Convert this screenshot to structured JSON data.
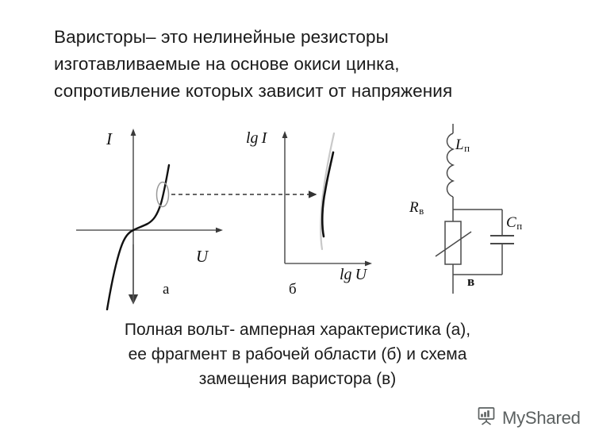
{
  "slide": {
    "background_color": "#ffffff",
    "text_color": "#1a1a1a",
    "title_lines": [
      "Варисторы– это нелинейные резисторы",
      "изготавливаемые на основе окиси цинка,",
      "сопротивление которых зависит от напряжения"
    ],
    "caption_lines": [
      "Полная вольт- амперная характеристика (а),",
      "ее фрагмент в рабочей области (б) и схема",
      "замещения варистора (в)"
    ]
  },
  "figures": {
    "panel_a": {
      "letter": "а",
      "y_axis_label": "I",
      "x_axis_label": "U",
      "highlight_shape": "ellipse",
      "highlight_color": "#9a9a9a",
      "curve_color": "#111111"
    },
    "panel_b": {
      "letter": "б",
      "y_axis_label_parts": {
        "prefix": "lg",
        "variable": "I"
      },
      "x_axis_label_parts": {
        "prefix": "lg",
        "variable": "U"
      },
      "curve_color": "#111111",
      "curve_extension_color": "#c9c9c9"
    },
    "panel_v": {
      "letter": "в",
      "components": [
        {
          "name": "inductor",
          "label_variable": "L",
          "label_subscript": "п"
        },
        {
          "name": "varistor",
          "label_variable": "R",
          "label_subscript": "в"
        },
        {
          "name": "capacitor",
          "label_variable": "C",
          "label_subscript": "п"
        }
      ],
      "line_color": "#4a4a4a"
    },
    "connector": {
      "style": "dashed-arrow",
      "color": "#333333"
    }
  },
  "chart_data": [
    {
      "type": "line",
      "id": "panel-a",
      "title": "Полная вольт- амперная характеристика (а)",
      "xlabel": "U",
      "ylabel": "I",
      "grid": false,
      "legend": "none",
      "axes_style": "centered-cross-with-arrows",
      "xlim": [
        -1.0,
        1.0
      ],
      "ylim": [
        -1.0,
        1.0
      ],
      "description": "Symmetric S-shaped non-linear volt-ampere characteristic through origin",
      "x": [
        -0.62,
        -0.58,
        -0.52,
        -0.44,
        -0.34,
        -0.2,
        -0.08,
        0.0,
        0.1,
        0.22,
        0.33,
        0.41,
        0.47,
        0.53,
        0.6
      ],
      "y": [
        -1.0,
        -0.74,
        -0.5,
        -0.32,
        -0.2,
        -0.11,
        -0.04,
        0.0,
        0.04,
        0.1,
        0.19,
        0.33,
        0.55,
        0.78,
        0.96
      ],
      "annotations": [
        {
          "type": "ellipse",
          "center_x": 0.45,
          "center_y": 0.42,
          "width": 0.09,
          "height": 0.3,
          "note": "working region highlight"
        },
        {
          "type": "arrow",
          "from_x": 0.52,
          "from_y": 0.42,
          "to_x": 1.9,
          "to_y": 0.42,
          "style": "dashed"
        }
      ]
    },
    {
      "type": "line",
      "id": "panel-b",
      "title": "ее фрагмент в рабочей области (б)",
      "xlabel": "lg U",
      "ylabel": "lg I",
      "grid": false,
      "legend": "none",
      "axes_style": "L-shaped-with-arrows",
      "xlim": [
        0,
        1
      ],
      "ylim": [
        0,
        1
      ],
      "description": "Steep near-vertical log-log fragment of the characteristic in the working region",
      "x": [
        0.455,
        0.462,
        0.47,
        0.48,
        0.492,
        0.505,
        0.52,
        0.535
      ],
      "y": [
        0.14,
        0.25,
        0.36,
        0.47,
        0.57,
        0.66,
        0.74,
        0.8
      ],
      "extension": {
        "note": "light gray continuation of the curve beyond the dark segment",
        "x": [
          0.44,
          0.45,
          0.54,
          0.552
        ],
        "y": [
          0.02,
          0.09,
          0.84,
          0.93
        ]
      },
      "annotations": [
        {
          "type": "arrow",
          "from_x": -1.2,
          "from_y": 0.44,
          "to_x": 0.4,
          "to_y": 0.44,
          "style": "dashed"
        }
      ]
    },
    {
      "type": "diagram",
      "id": "panel-v",
      "title": "схема замещения варистора (в)",
      "description": "Equivalent circuit: series inductance L_п, then varistor R_в in parallel with capacitance C_п",
      "nodes": [
        "L_п",
        "R_в",
        "C_п"
      ],
      "connections": [
        {
          "from": "terminal-top",
          "to": "L_п"
        },
        {
          "from": "L_п",
          "to": "node-upper"
        },
        {
          "from": "node-upper",
          "to": "R_в"
        },
        {
          "from": "node-upper",
          "to": "C_п"
        },
        {
          "from": "R_в",
          "to": "node-lower"
        },
        {
          "from": "C_п",
          "to": "node-lower"
        },
        {
          "from": "node-lower",
          "to": "terminal-bottom"
        }
      ]
    }
  ],
  "watermark": {
    "text": "MyShared",
    "icon": "flipchart-bar-chart-icon",
    "color": "#5b6060"
  }
}
